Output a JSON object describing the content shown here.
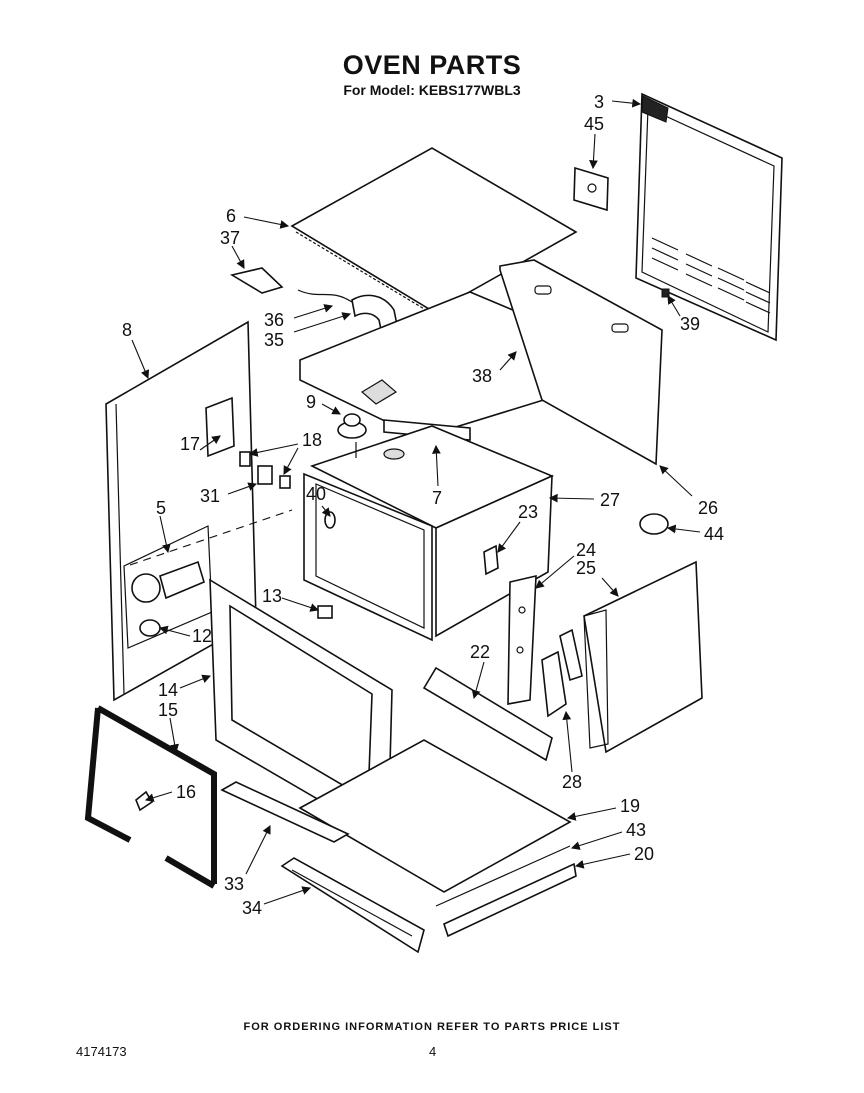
{
  "header": {
    "title": "OVEN PARTS",
    "subtitle": "For Model: KEBS177WBL3"
  },
  "footer": {
    "ordering_note": "FOR ORDERING INFORMATION REFER TO PARTS PRICE LIST",
    "document_number": "4174173",
    "page_number": "4"
  },
  "callouts": {
    "c3": "3",
    "c45": "45",
    "c6": "6",
    "c37": "37",
    "c36": "36",
    "c35": "35",
    "c39": "39",
    "c8": "8",
    "c38": "38",
    "c9": "9",
    "c18": "18",
    "c17": "17",
    "c31": "31",
    "c7": "7",
    "c40": "40",
    "c27": "27",
    "c26": "26",
    "c5": "5",
    "c23": "23",
    "c44": "44",
    "c24": "24",
    "c25": "25",
    "c13": "13",
    "c12": "12",
    "c22": "22",
    "c14": "14",
    "c15": "15",
    "c28": "28",
    "c16": "16",
    "c19": "19",
    "c43": "43",
    "c20": "20",
    "c33": "33",
    "c34": "34"
  }
}
